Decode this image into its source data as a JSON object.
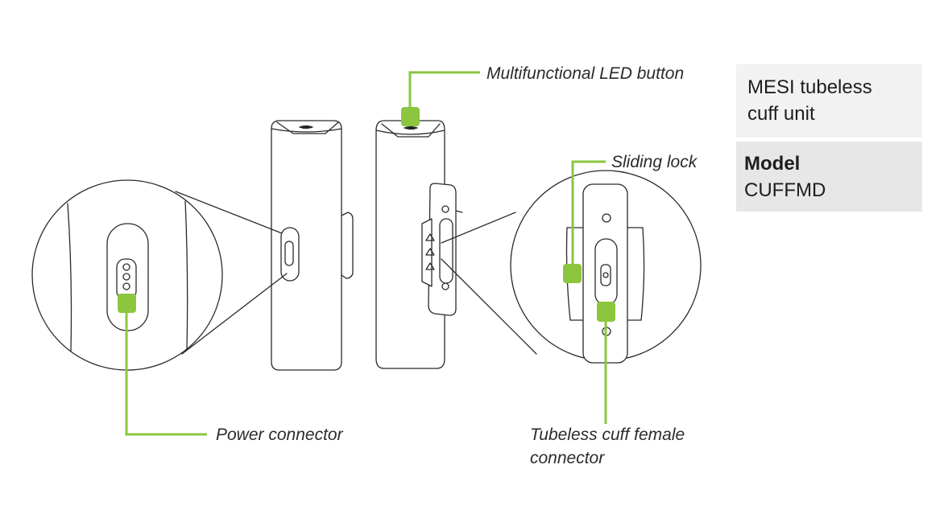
{
  "labels": {
    "led_button": "Multifunctional LED button",
    "sliding_lock": "Sliding lock",
    "power_connector": "Power connector",
    "cuff_connector_line1": "Tubeless cuff female",
    "cuff_connector_line2": "connector"
  },
  "info": {
    "product_name_line1": "MESI tubeless",
    "product_name_line2": "cuff unit",
    "model_label": "Model",
    "model_code": "CUFFMD"
  },
  "colors": {
    "accent": "#8cc63f",
    "line": "#2a2a2a",
    "background": "#ffffff"
  }
}
